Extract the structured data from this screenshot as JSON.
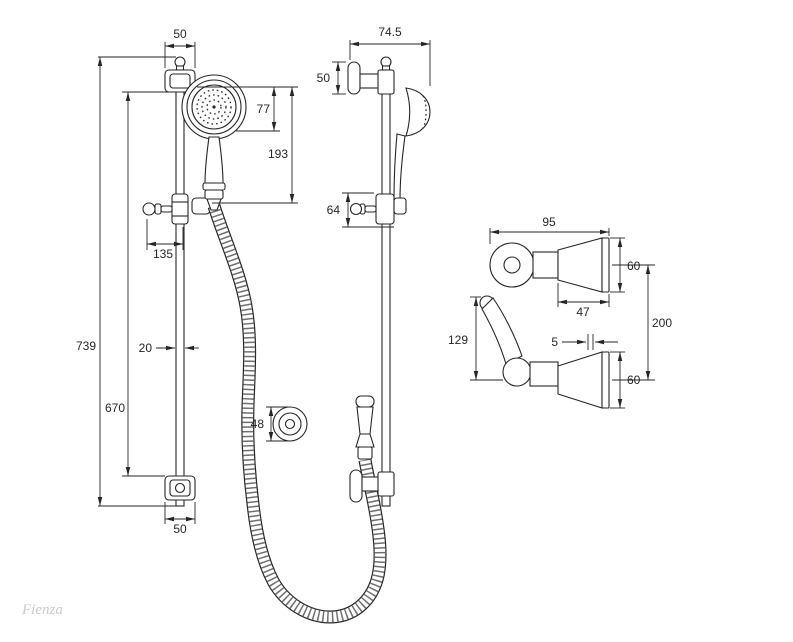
{
  "drawing": {
    "brand": "Fienza",
    "colors": {
      "line": "#262626",
      "background": "#ffffff"
    },
    "front_view": {
      "dim_top_bracket_width": "50",
      "dim_head_drop": "77",
      "dim_head_to_handle": "193",
      "dim_overall_height": "739",
      "dim_rail_length": "670",
      "dim_handle_reach": "135",
      "dim_rail_diameter": "20",
      "dim_bottom_bracket_width": "50"
    },
    "side_view": {
      "dim_overall_depth": "74.5",
      "dim_bracket_plate_height": "50",
      "dim_slider_height": "64",
      "dim_wall_elbow_diameter": "48"
    },
    "valve_view": {
      "dim_overall_length": "95",
      "dim_top_flange_height": "60",
      "dim_flange_depth": "47",
      "dim_plate_thickness": "5",
      "dim_centres": "200",
      "dim_handle_length": "129",
      "dim_bottom_flange_height": "60"
    }
  }
}
